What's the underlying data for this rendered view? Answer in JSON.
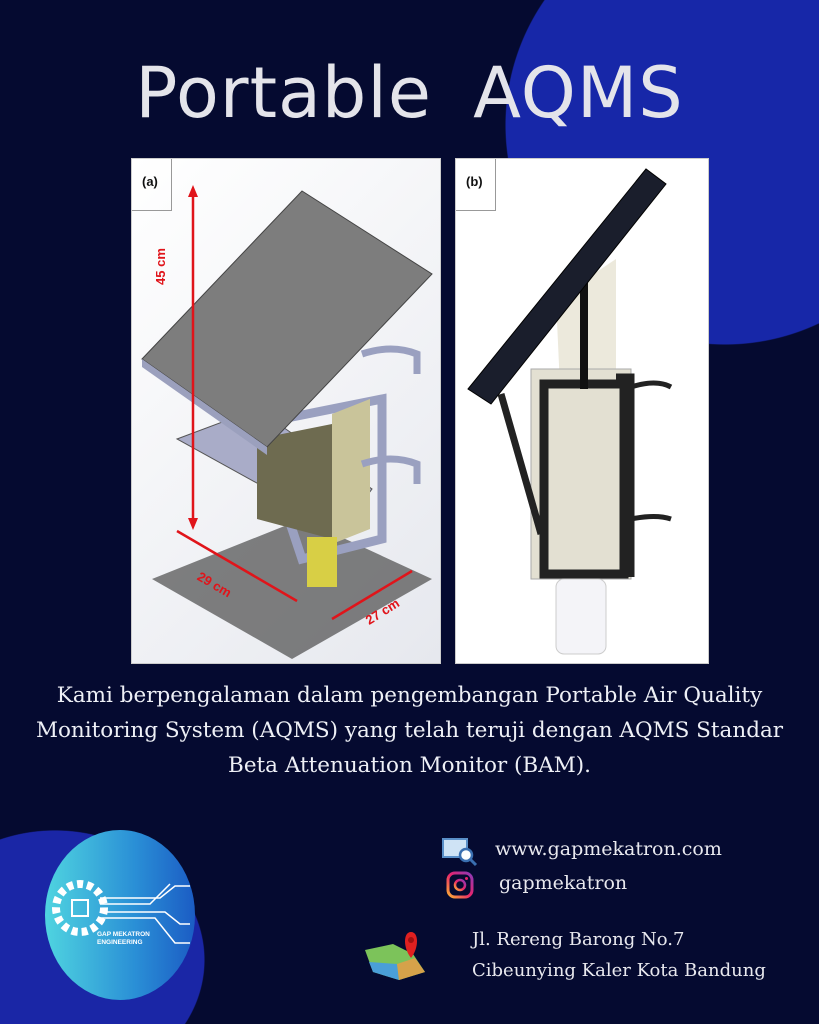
{
  "title": "Portable AQMS",
  "panels": [
    {
      "label": "(a)",
      "dimensions": [
        "45 cm",
        "29 cm",
        "27 cm"
      ]
    },
    {
      "label": "(b)"
    }
  ],
  "description": "Kami berpengalaman dalam pengembangan Portable Air Quality Monitoring System (AQMS) yang telah teruji dengan AQMS Standar Beta Attenuation Monitor (BAM).",
  "logo": {
    "text": "GAP MEKATRON ENGINEERING"
  },
  "contact": {
    "website": "www.gapmekatron.com",
    "instagram": "gapmekatron",
    "address_line1": "Jl. Rereng Barong No.7",
    "address_line2": "Cibeunying Kaler Kota Bandung"
  },
  "colors": {
    "background": "#050a30",
    "accent": "#1727a8",
    "dimension": "#e0141a"
  }
}
